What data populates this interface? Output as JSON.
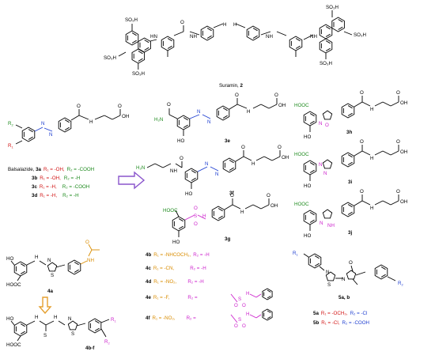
{
  "suramin": {
    "name": "Suramin, ",
    "number": "2",
    "so3h": "SO₃H",
    "nh": "NH",
    "hn": "HN",
    "h": "H",
    "n": "N",
    "o": "O"
  },
  "balsalazide": {
    "r1": "R",
    "r2": "R",
    "sub1": "1",
    "sub2": "2",
    "nh": "H",
    "n": "N",
    "oh": "OH",
    "o": "O",
    "rows": [
      {
        "label": "Balsalazide, ",
        "code": "3a",
        "r1": "R₁ = -OH,",
        "r2": "R₂ = -COOH"
      },
      {
        "label": "",
        "code": "3b",
        "r1": "R₁ = -OH,",
        "r2": "R₂ = -H"
      },
      {
        "label": "",
        "code": "3c",
        "r1": "R₁ = -H,",
        "r2": "R₂ = -COOH"
      },
      {
        "label": "",
        "code": "3d",
        "r1": "R₁ = -H,",
        "r2": "R₂ = -H"
      }
    ]
  },
  "compounds3": [
    {
      "code": "3e",
      "prefix": "H₂N"
    },
    {
      "code": "3f",
      "prefix": "H₂N"
    },
    {
      "code": "3g",
      "prefix": "HOOC"
    },
    {
      "code": "3h",
      "prefix": "HOOC"
    },
    {
      "code": "3i",
      "prefix": "HOOC"
    },
    {
      "code": "3j",
      "prefix": "HOOC"
    }
  ],
  "labels": {
    "oh": "OH",
    "ho": "HO",
    "o": "O",
    "n": "N",
    "h": "H",
    "nh": "NH",
    "hn": "HN",
    "s": "S",
    "cooh": "COOH",
    "hooc": "HOOC",
    "isox_o": "O",
    "isox_n": "N",
    "tri_n1": "N",
    "tri_n2": "N",
    "nnh": "N",
    "nh_pyr": "NH",
    "so": "S",
    "oo": "O"
  },
  "thiazoles": {
    "a_code": "4a",
    "bf_code": "4b-f",
    "ho": "HO",
    "hooc": "HOOC",
    "h": "H",
    "n": "N",
    "s": "S",
    "nh": "NH",
    "o": "O",
    "r1": "R",
    "r2": "R",
    "sub1": "1",
    "sub2": "2",
    "rows": [
      {
        "code": "4b",
        "r1": "R₁ = -NHCOCH₃,",
        "r2": "R₂ = -H"
      },
      {
        "code": "4c",
        "r1": "R₁ = -CN,",
        "r2": "R₂ = -H"
      },
      {
        "code": "4d",
        "r1": "R₁ = -NO₂,",
        "r2": "R₂ = -H"
      },
      {
        "code": "4e",
        "r1": "R₁ = -F,",
        "r2": "R₂ ="
      },
      {
        "code": "4f",
        "r1": "R₁ = -NO₂,",
        "r2": "R₂ ="
      }
    ],
    "sulfon_s": "S",
    "sulfon_o": "O",
    "sulfon_n": "N",
    "sulfon_h": "H"
  },
  "compounds5": {
    "code": "5a, b",
    "r1": "R",
    "r2": "R",
    "sub1": "1",
    "sub2": "2",
    "s": "S",
    "n": "N",
    "o": "O",
    "rows": [
      {
        "code": "5a",
        "r1": "R₁ = -OCH₃,",
        "r2": "R₂ = -Cl"
      },
      {
        "code": "5b",
        "r1": "R₁ = -Cl,",
        "r2": "R₂ = -COOH"
      }
    ]
  },
  "colors": {
    "red": "#d21414",
    "orange": "#d98c00",
    "green": "#1d8a1d",
    "blue": "#1f3fd1",
    "magenta": "#cc22cc",
    "purple_arrow": "#8a55cc",
    "orange_arrow": "#e5a030"
  }
}
